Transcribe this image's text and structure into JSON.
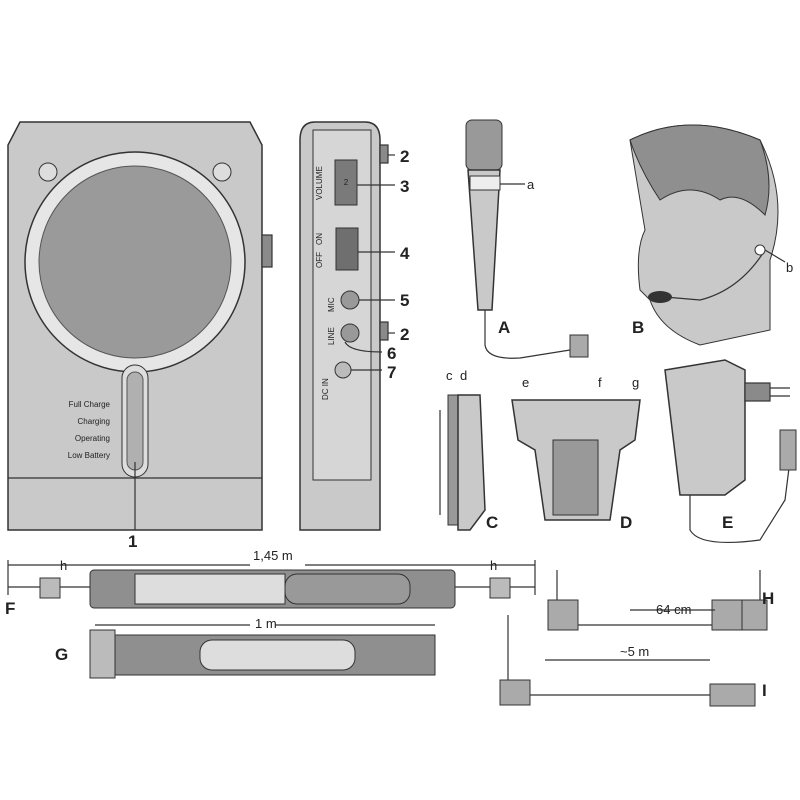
{
  "device_front": {
    "callout": "1",
    "led_labels": [
      "Full Charge",
      "Charging",
      "Operating",
      "Low Battery"
    ]
  },
  "device_side": {
    "volume_label": "VOLUME",
    "volume_value": "2",
    "switch_off": "OFF",
    "switch_on": "ON",
    "mic_label": "MIC",
    "line_label": "LINE",
    "dc_label": "DC IN",
    "callouts": [
      "2",
      "3",
      "4",
      "5",
      "2",
      "6",
      "7"
    ]
  },
  "accessories": {
    "letters": [
      "A",
      "B",
      "C",
      "D",
      "E",
      "F",
      "G",
      "H",
      "I"
    ],
    "sub_labels": {
      "a": "a",
      "b": "b",
      "c": "c",
      "d": "d",
      "e": "e",
      "f": "f",
      "g": "g",
      "h": "h"
    },
    "strap_f_length": "1,45 m",
    "strap_g_length": "1 m",
    "cable_h_length": "64 cm",
    "cable_i_length": "~5 m"
  }
}
